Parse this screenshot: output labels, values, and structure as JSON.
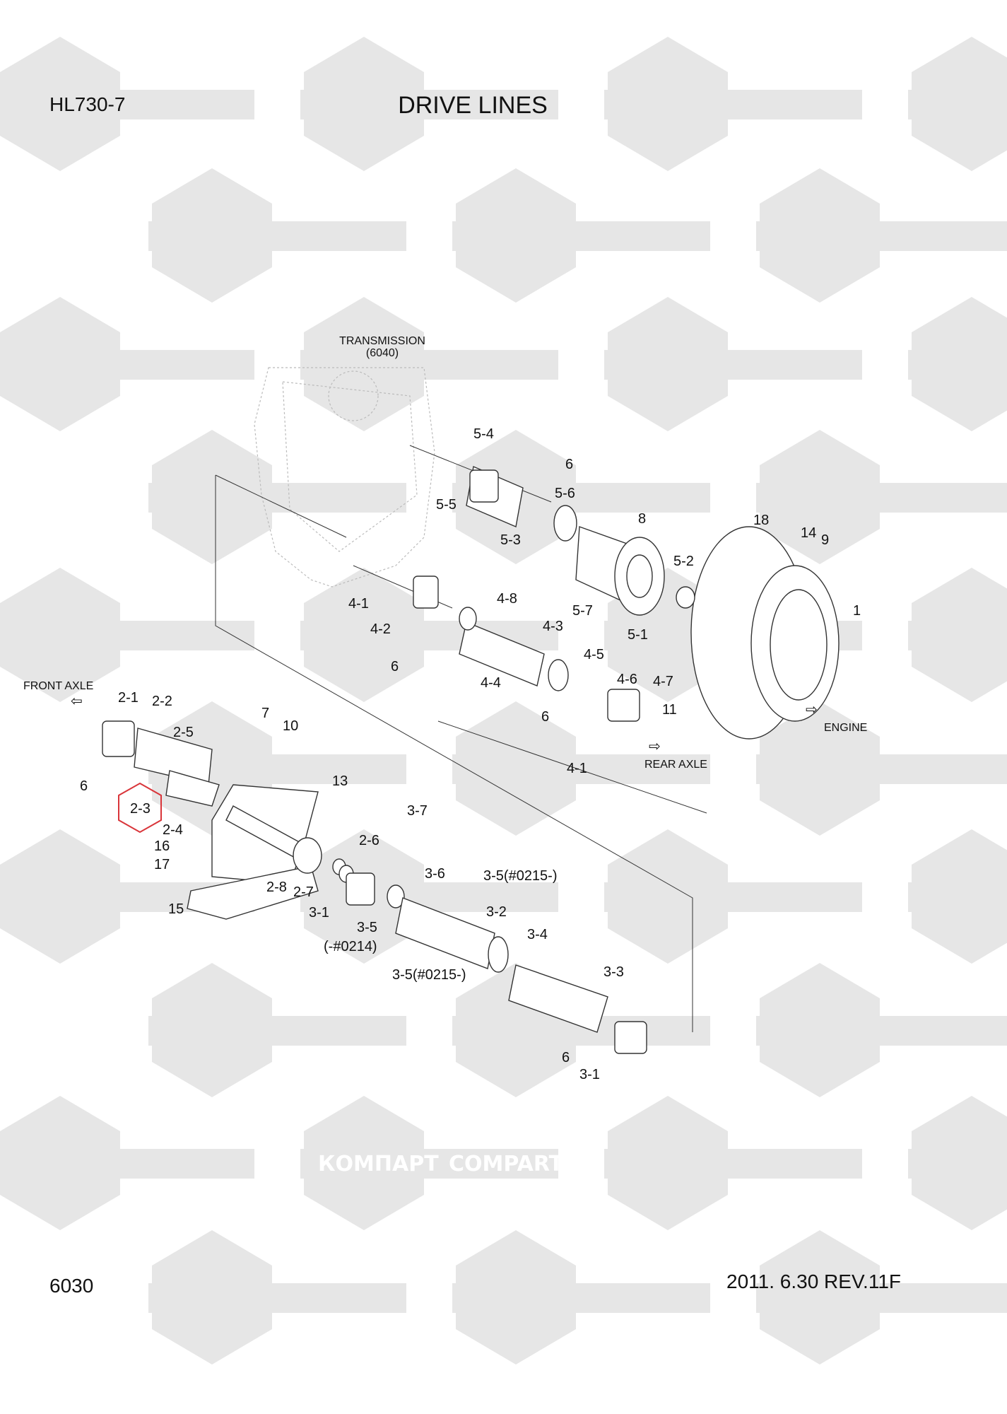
{
  "header": {
    "model": "HL730-7",
    "title": "DRIVE LINES"
  },
  "footer": {
    "page": "6030",
    "revision": "2011. 6.30 REV.11F"
  },
  "watermark": {
    "text_ru": "КОМПАРТ",
    "text_en": "COMPART",
    "color": "#e6e6e6"
  },
  "annotations": {
    "transmission": "TRANSMISSION",
    "transmission_ref": "(6040)",
    "front_axle": "FRONT AXLE",
    "rear_axle": "REAR AXLE",
    "engine": "ENGINE"
  },
  "highlight": {
    "label": "2-3",
    "color": "#d9353a"
  },
  "callouts": [
    "5-4",
    "6",
    "5-5",
    "5-6",
    "5-3",
    "8",
    "18",
    "14",
    "9",
    "5-2",
    "1",
    "4-8",
    "4-1",
    "4-2",
    "4-3",
    "5-7",
    "5-1",
    "4-5",
    "6",
    "4-4",
    "4-6",
    "4-7",
    "11",
    "6",
    "4-1",
    "2-1",
    "2-2",
    "7",
    "10",
    "2-5",
    "6",
    "13",
    "2-4",
    "3-7",
    "2-6",
    "16",
    "17",
    "3-6",
    "3-5(#0215-)",
    "2-8",
    "2-7",
    "15",
    "3-1",
    "3-2",
    "3-5",
    "(-#0214)",
    "3-4",
    "3-5(#0215-)",
    "3-3",
    "6",
    "3-1"
  ]
}
